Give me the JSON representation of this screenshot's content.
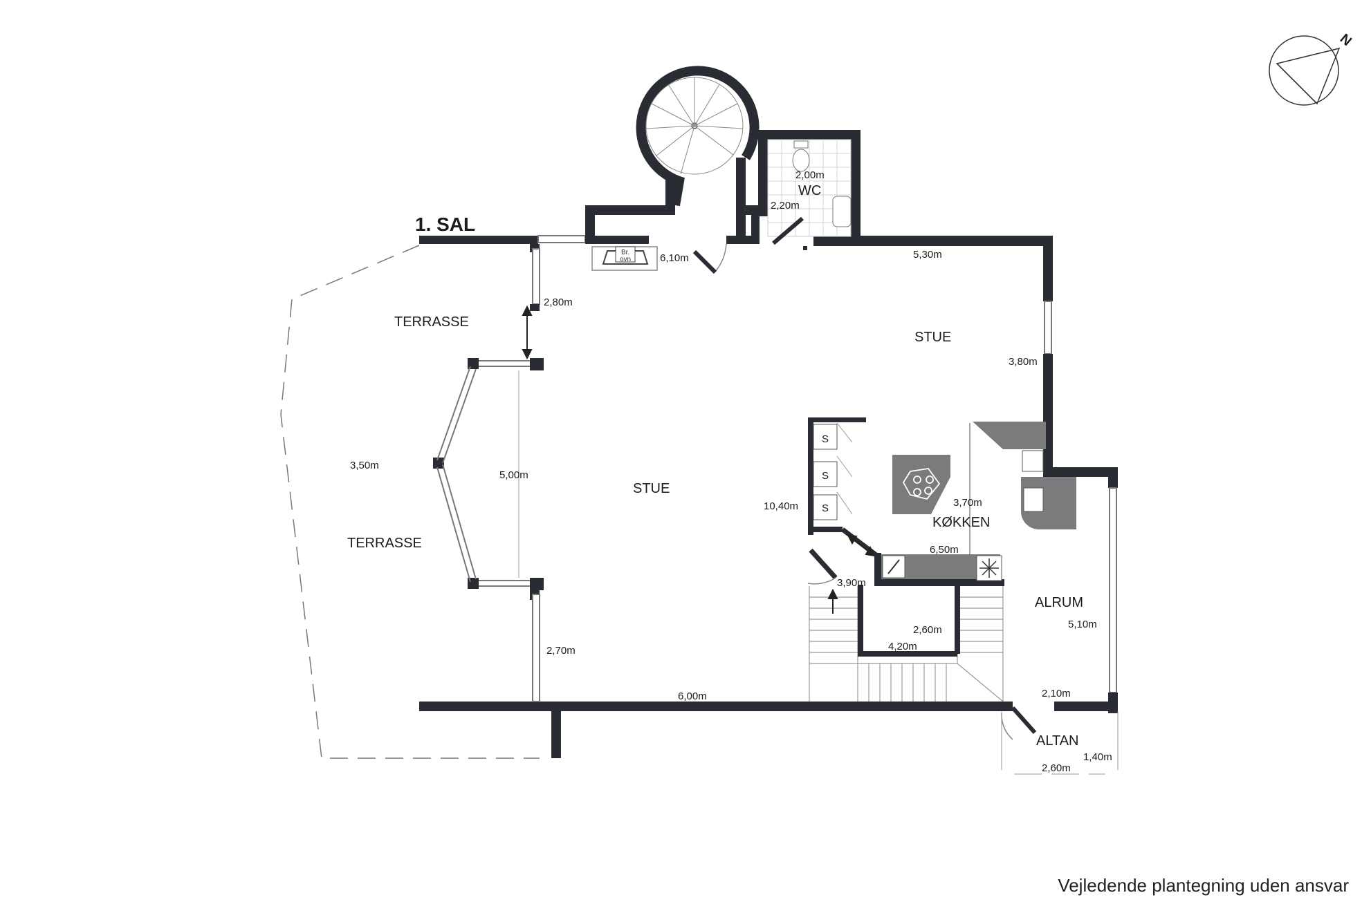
{
  "colors": {
    "wall": "#2a2c33",
    "fixture": "#7b7b7d",
    "line": "#6a6a6a",
    "background": "#ffffff"
  },
  "compass": {
    "label": "N"
  },
  "floor": {
    "title": "1. SAL"
  },
  "rooms": {
    "terrasse_top": "TERRASSE",
    "terrasse_bottom": "TERRASSE",
    "stue_main": "STUE",
    "stue_upper": "STUE",
    "wc": "WC",
    "kokken": "KØKKEN",
    "alrum": "ALRUM",
    "altan": "ALTAN"
  },
  "fixtures": {
    "stove_line1": "Br.",
    "stove_line2": "ovn",
    "cabinet_1": "S",
    "cabinet_2": "S",
    "cabinet_3": "S"
  },
  "dimensions": {
    "wc_width": "2,00m",
    "wc_depth": "2,20m",
    "entry_wall": "6,10m",
    "stue_top_wall": "5,30m",
    "terrace_gap": "2,80m",
    "stue_right_wall": "3,80m",
    "terrace_width": "3,50m",
    "bay_window": "5,00m",
    "stue_depth": "10,40m",
    "kitchen_wall": "3,70m",
    "kitchen_counter": "6,50m",
    "stair_landing": "3,90m",
    "alrum_height": "5,10m",
    "stair_well": "2,60m",
    "stair_length": "4,20m",
    "lower_window": "2,70m",
    "bottom_wall": "6,00m",
    "alrum_bottom": "2,10m",
    "altan_depth": "1,40m",
    "altan_width": "2,60m"
  },
  "footer": {
    "disclaimer": "Vejledende plantegning uden ansvar"
  }
}
